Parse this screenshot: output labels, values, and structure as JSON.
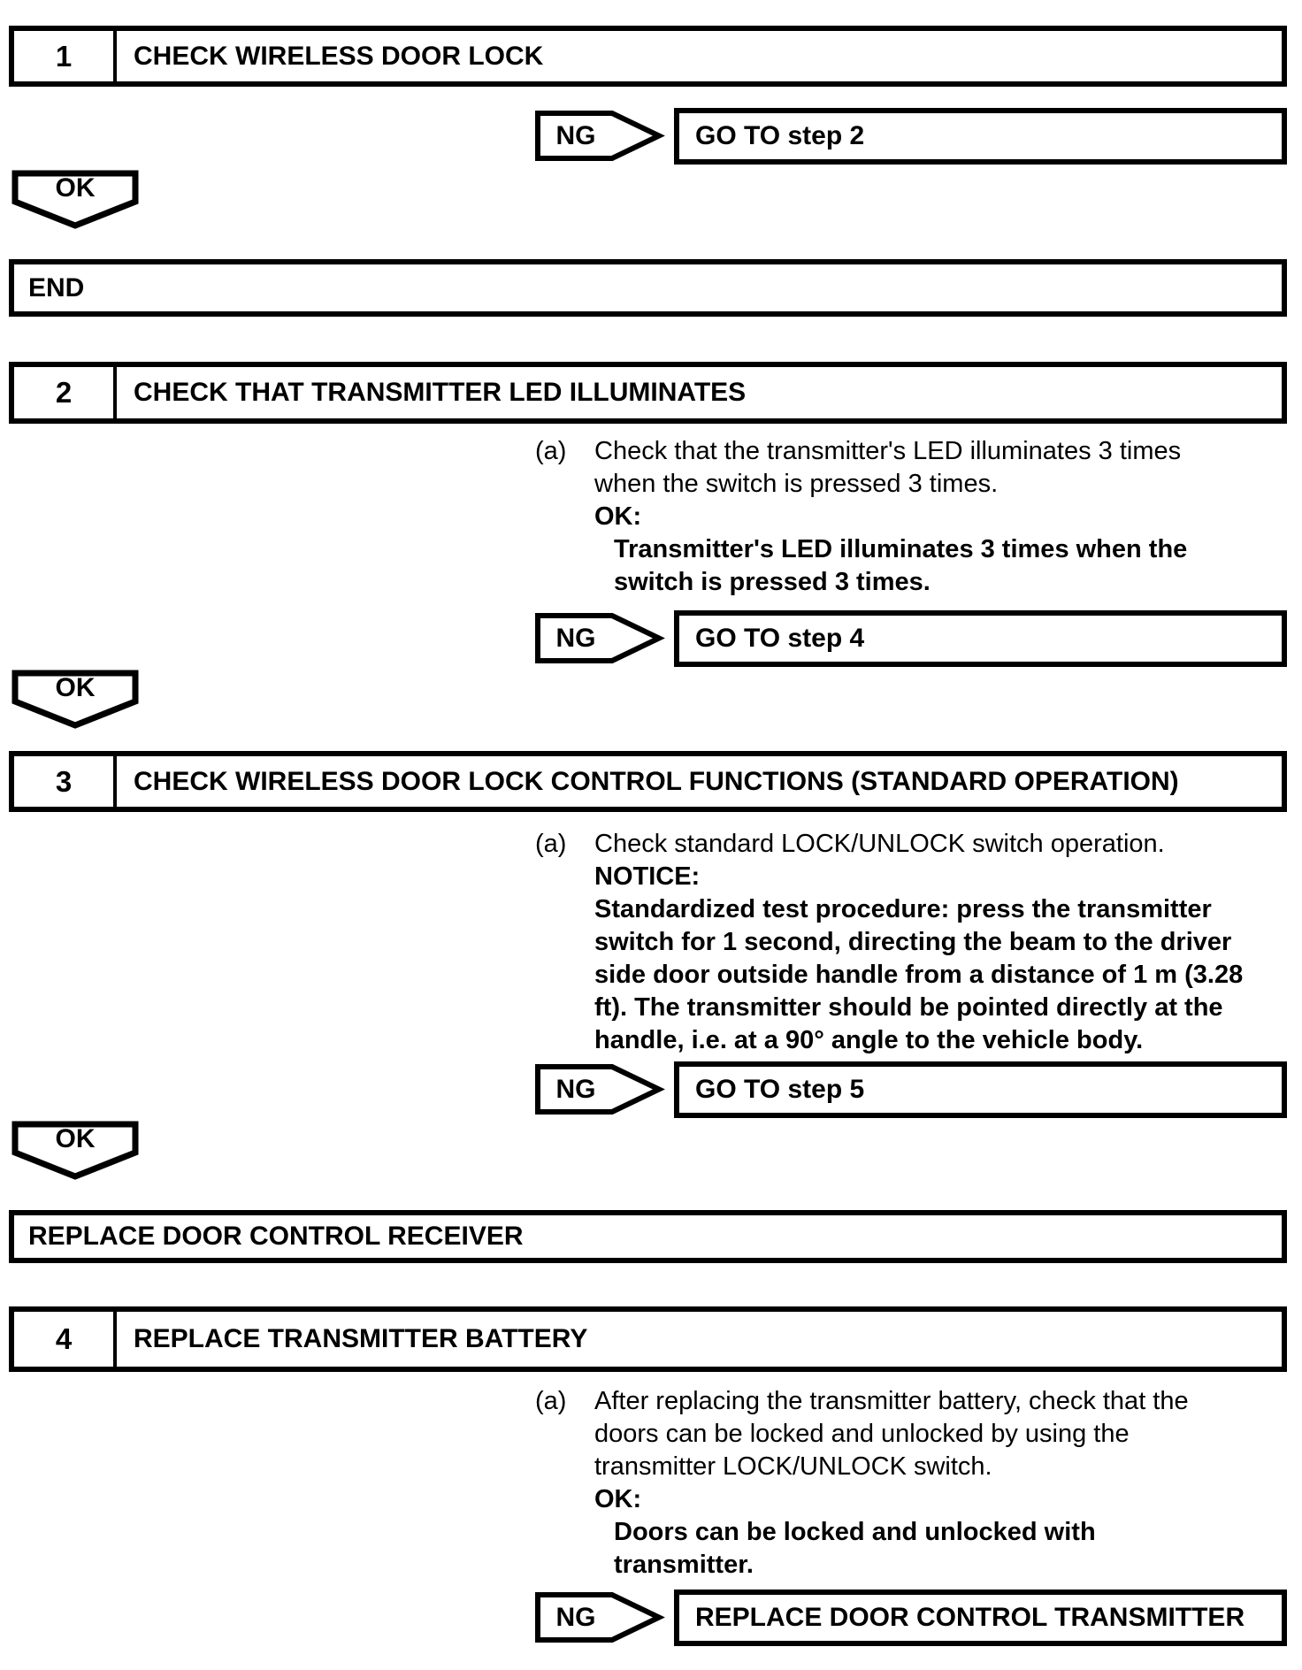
{
  "page": {
    "ink_color": "#000000",
    "paper_color": "#ffffff"
  },
  "flowchart": {
    "step1": {
      "number": "1",
      "title": "CHECK WIRELESS DOOR LOCK",
      "ng_label": "NG",
      "ng_action": "GO TO step 2",
      "ok_label": "OK"
    },
    "end_box": {
      "label": "END"
    },
    "step2": {
      "number": "2",
      "title": "CHECK THAT TRANSMITTER LED ILLUMINATES",
      "para": {
        "marker": "(a)",
        "normal": [
          "Check that the transmitter's LED illuminates 3 times",
          "when the switch is pressed 3 times."
        ],
        "ok_heading": "OK:",
        "emphasis": [
          "Transmitter's LED illuminates 3 times when the",
          "switch is pressed 3 times."
        ]
      },
      "ng_label": "NG",
      "ng_action": "GO TO step 4",
      "ok_label": "OK"
    },
    "step3": {
      "number": "3",
      "title": "CHECK WIRELESS DOOR LOCK CONTROL FUNCTIONS (STANDARD OPERATION)",
      "para": {
        "marker": "(a)",
        "normal": [
          "Check standard LOCK/UNLOCK switch operation."
        ],
        "notice_heading": "NOTICE:",
        "notice": [
          "Standardized test procedure: press the transmitter",
          "switch for 1 second, directing the beam to the driver",
          "side door outside handle from a distance of 1 m (3.28",
          "ft). The transmitter should be pointed directly at the",
          "handle, i.e. at a 90° angle to the vehicle body."
        ]
      },
      "ng_label": "NG",
      "ng_action": "GO TO step 5",
      "ok_label": "OK"
    },
    "receiver_box": {
      "label": "REPLACE DOOR CONTROL RECEIVER"
    },
    "step4": {
      "number": "4",
      "title": "REPLACE TRANSMITTER BATTERY",
      "para": {
        "marker": "(a)",
        "normal": [
          "After replacing the transmitter battery, check that the",
          "doors can be locked and unlocked by using the",
          "transmitter LOCK/UNLOCK switch."
        ],
        "ok_heading": "OK:",
        "emphasis": [
          "Doors can be locked and unlocked with",
          "transmitter."
        ]
      },
      "ng_label": "NG",
      "ng_action": "REPLACE DOOR CONTROL TRANSMITTER"
    }
  }
}
